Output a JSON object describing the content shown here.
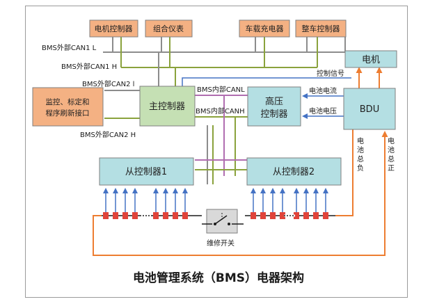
{
  "title": "电池管理系统（BMS）电器架构",
  "top_boxes": {
    "motor_controller": "电机控制器",
    "instrument": "组合仪表",
    "charger": "车载充电器",
    "vehicle_controller": "整车控制器"
  },
  "boxes": {
    "motor": "电机",
    "monitor_line1": "监控、标定和",
    "monitor_line2": "程序刷新接口",
    "master": "主控制器",
    "hv_line1": "高压",
    "hv_line2": "控制器",
    "bdu": "BDU",
    "slave1": "从控制器1",
    "slave2": "从控制器2"
  },
  "bus_labels": {
    "can1_l": "BMS外部CAN1 L",
    "can1_h": "BMS外部CAN1 H",
    "can2_l": "BMS外部CAN2 l",
    "can2_h": "BMS外部CAN2 H",
    "int_canl": "BMS内部CANL",
    "int_canh": "BMS内部CANH"
  },
  "signal_labels": {
    "control_signal": "控制信号",
    "battery_current": "电池电流",
    "battery_voltage": "电池电压",
    "battery_negative": "电池总负",
    "battery_positive": "电池总正",
    "service_switch": "维修开关"
  },
  "colors": {
    "orange_box": "#f4b183",
    "green_box": "#c5e0b4",
    "teal_box": "#b4dfe3",
    "can_l": "#8c8c8c",
    "can_h": "#8aa23c",
    "internal_can": "#b06db0",
    "signal_blue": "#4472c4",
    "power_orange": "#ed7d31",
    "fuse_red": "#e0433a"
  }
}
